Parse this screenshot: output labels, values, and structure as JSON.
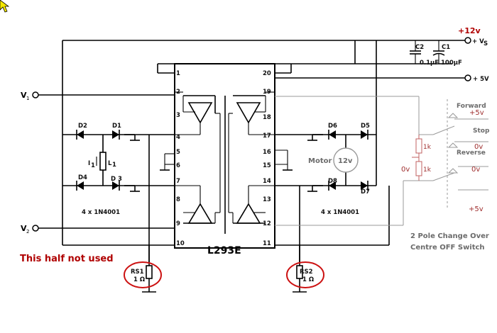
{
  "supply": {
    "v12": "+12v",
    "vs": "+ V",
    "vs_sub": "S",
    "v5": "+ 5V"
  },
  "caps": {
    "c2_name": "C2",
    "c2_value": "0.1µF",
    "c1_name": "C1",
    "c1_value": "100µF"
  },
  "inputs": {
    "v1": "V",
    "v1_sub": "1",
    "v2": "V",
    "v2_sub": "2"
  },
  "chip": {
    "name": "L293E"
  },
  "pins_left": [
    "1",
    "2",
    "3",
    "4",
    "5",
    "6",
    "7",
    "8",
    "9",
    "10"
  ],
  "pins_right": [
    "20",
    "19",
    "18",
    "17",
    "16",
    "15",
    "14",
    "13",
    "12",
    "11"
  ],
  "left_half": {
    "diodes": [
      "D2",
      "D1",
      "D4",
      "D 3"
    ],
    "inductor": "L",
    "inductor_sub": "1",
    "current": "I",
    "current_sub": "1",
    "diode_type": "4 x 1N4001",
    "note": "This half not used",
    "sense_resistor": "RS1",
    "sense_value": "1 Ω"
  },
  "right_half": {
    "diodes": [
      "D6",
      "D5",
      "D8",
      "D7"
    ],
    "motor": "Motor",
    "motor_voltage": "12v",
    "diode_type": "4 x 1N4001",
    "sense_resistor": "RS2",
    "sense_value": "1 Ω"
  },
  "switch": {
    "forward": "Forward",
    "stop": "Stop",
    "reverse": "Reverse",
    "plus5_top": "+5v",
    "zero_top": "0v",
    "zero_mid_left": "0v",
    "zero_mid_right": "0v",
    "plus5_bottom": "+5v",
    "r1": "1k",
    "r2": "1k",
    "caption_line1": "2 Pole Change Over",
    "caption_line2": "Centre OFF Switch"
  },
  "colors": {
    "wire": "#000000",
    "annotation_red": "#b00000",
    "switch_gray": "#999999",
    "label_gray": "#6b6b6b"
  }
}
